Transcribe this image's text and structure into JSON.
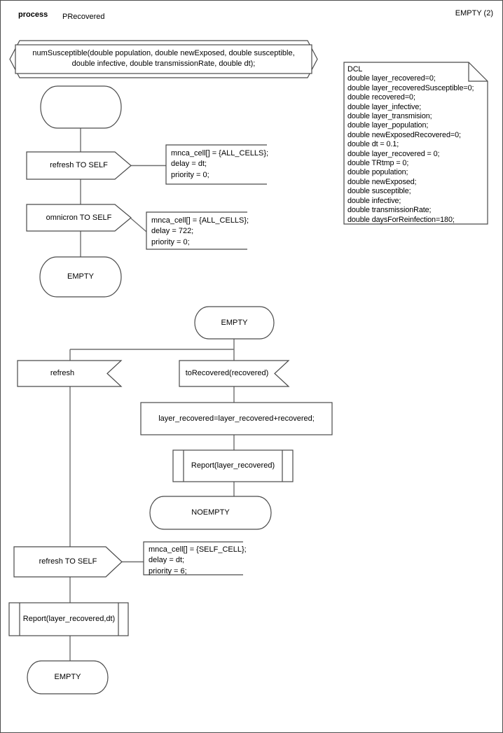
{
  "header": {
    "kind_label": "process",
    "process_name": "PRecovered",
    "page_label": "EMPTY (2)"
  },
  "signature": {
    "text": "numSusceptible(double population, double newExposed, double susceptible,\ndouble infective, double transmissionRate, double dt);"
  },
  "declarations": {
    "text": "DCL\ndouble layer_recovered=0;\ndouble layer_recoveredSusceptible=0;\ndouble recovered=0;\ndouble layer_infective;\ndouble layer_transmision;\ndouble layer_population;\ndouble newExposedRecovered=0;\ndouble dt = 0.1;\ndouble layer_recovered = 0;\ndouble TRtmp = 0;\ndouble population;\ndouble newExposed;\ndouble susceptible;\ndouble infective;\ndouble transmissionRate;\ndouble daysForReinfection=180;"
  },
  "flow_start": {
    "output_refresh_label": "refresh TO SELF",
    "comment_refresh": "mnca_cell[] = {ALL_CELLS};\ndelay = dt;\npriority = 0;",
    "output_omnicron_label": "omnicron TO SELF",
    "comment_omnicron": "mnca_cell[] = {ALL_CELLS};\ndelay = 722;\npriority = 0;",
    "state_end_label": "EMPTY"
  },
  "flow_empty": {
    "state_start_label": "EMPTY",
    "input_refresh_label": "refresh",
    "input_torecovered_label": "toRecovered(recovered)",
    "task_label": "layer_recovered=layer_recovered+recovered;",
    "procedure_label": "Report(layer_recovered)",
    "state_end_label": "NOEMPTY"
  },
  "flow_refresh": {
    "output_refresh_label": "refresh TO SELF",
    "comment_refresh": "mnca_cell[] = {SELF_CELL};\ndelay = dt;\npriority = 6;",
    "procedure_label": "Report(layer_recovered,dt)",
    "state_end_label": "EMPTY"
  },
  "colors": {
    "background": "#ffffff",
    "shape_border": "#4a4a4a",
    "connector_line": "#6e6e6e",
    "text": "#000000"
  }
}
